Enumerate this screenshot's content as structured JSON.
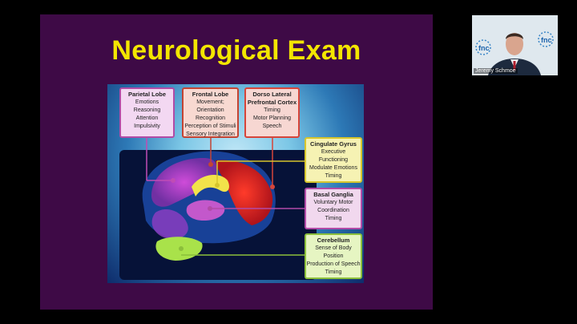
{
  "slide": {
    "title": "Neurological Exam",
    "boxes": {
      "parietal": {
        "heading": "Parietal Lobe",
        "lines": [
          "Emotions",
          "Reasoning",
          "Attention",
          "Impulsivity"
        ]
      },
      "frontal": {
        "heading": "Frontal Lobe",
        "lines": [
          "Movement; Orientation",
          "Recognition",
          "Perception of Stimuli",
          "Sensory Integration"
        ]
      },
      "dorso": {
        "heading": "Dorso Lateral",
        "heading2": "Prefrontal Cortex",
        "lines": [
          "Timing",
          "Motor Planning",
          "Speech"
        ]
      },
      "cingulate": {
        "heading": "Cingulate Gyrus",
        "lines": [
          "Executive Functioning",
          "Modulate Emotions",
          "Timing"
        ]
      },
      "basal": {
        "heading": "Basal Ganglia",
        "lines": [
          "Voluntary Motor",
          "Coordination",
          "Timing"
        ]
      },
      "cerebellum": {
        "heading": "Cerebellum",
        "lines": [
          "Sense of Body Position",
          "Production of Speech",
          "Timing"
        ]
      }
    }
  },
  "webcam": {
    "participant_name": "Jeremy Schmoe",
    "logo_text": "fnc"
  },
  "colors": {
    "slide_bg": "#3e0a46",
    "title": "#f3e600"
  }
}
